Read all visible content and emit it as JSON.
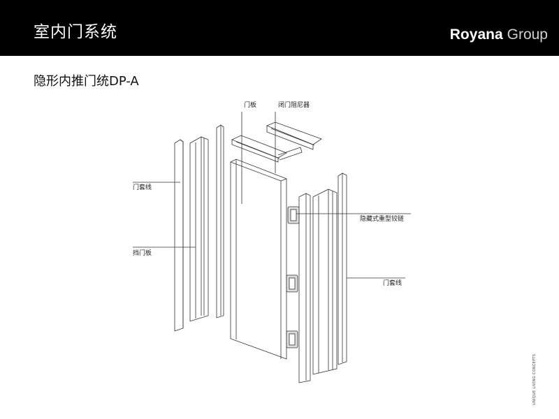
{
  "header": {
    "title": "室内门系统"
  },
  "brand": {
    "name": "Royana",
    "suffix": "Group"
  },
  "subtitle": "隐形内推门统DP-A",
  "diagram": {
    "labels": {
      "door_panel": "门板",
      "door_closer": "闭门阻尼器",
      "frame_left": "门套线",
      "stop_board": "挡门板",
      "hidden_hinge": "隐藏式重型铰链",
      "frame_right": "门套线"
    }
  },
  "side_text": "UNIQUE LIVING CONCEPTS",
  "colors": {
    "header_bg": "#000000",
    "line": "#333333"
  }
}
